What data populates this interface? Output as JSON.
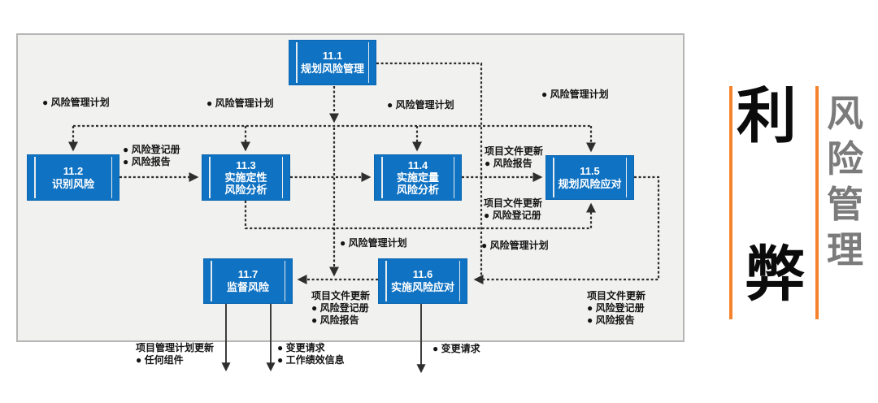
{
  "diagram": {
    "processes": {
      "p111": {
        "num": "11.1",
        "line1": "规划风险管理"
      },
      "p112": {
        "num": "11.2",
        "line1": "识别风险"
      },
      "p113": {
        "num": "11.3",
        "line1": "实施定性",
        "line2": "风险分析"
      },
      "p114": {
        "num": "11.4",
        "line1": "实施定量",
        "line2": "风险分析"
      },
      "p115": {
        "num": "11.5",
        "line1": "规划风险应对"
      },
      "p116": {
        "num": "11.6",
        "line1": "实施风险应对"
      },
      "p117": {
        "num": "11.7",
        "line1": "监督风险"
      }
    },
    "labels": {
      "mp1": {
        "l1": "● 风险管理计划"
      },
      "mp2": {
        "l1": "● 风险管理计划"
      },
      "mp3": {
        "l1": "● 风险管理计划"
      },
      "mp4": {
        "l1": "● 风险管理计划"
      },
      "out112": {
        "l1": "● 风险登记册",
        "l2": "● 风险报告"
      },
      "upd_rep": {
        "l1": "项目文件更新",
        "l2": "● 风险报告"
      },
      "upd_reg": {
        "l1": "项目文件更新",
        "l2": "● 风险登记册"
      },
      "mp5": {
        "l1": "● 风险管理计划"
      },
      "mp6": {
        "l1": "● 风险管理计划"
      },
      "upd_both_mid": {
        "l1": "项目文件更新",
        "l2": "● 风险登记册",
        "l3": "● 风险报告"
      },
      "upd_both_right": {
        "l1": "项目文件更新",
        "l2": "● 风险登记册",
        "l3": "● 风险报告"
      },
      "out117a": {
        "l1": "项目管理计划更新",
        "l2": "● 任何组件"
      },
      "out117b": {
        "l1": "● 变更请求",
        "l2": "● 工作绩效信息"
      },
      "out116": {
        "l1": "● 变更请求"
      }
    }
  },
  "side": {
    "big_top": "利",
    "big_bottom": "弊",
    "v1": "风",
    "v2": "险",
    "v3": "管",
    "v4": "理"
  },
  "colors": {
    "process_blue": "#0F72C2",
    "accent_orange": "#F5832D",
    "panel_bg": "#F1F1F0",
    "connector_dark": "#2E2E2E",
    "side_title_gray": "#7B7B7B"
  }
}
